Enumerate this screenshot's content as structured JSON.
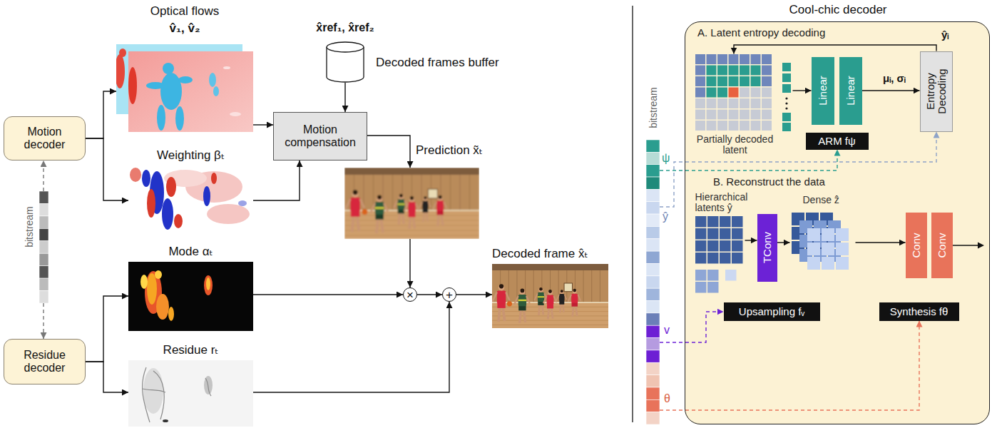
{
  "diagram": {
    "nodes": [
      {
        "text": [
          "Motion decoder"
        ]
      },
      {
        "text": [
          "bitstream"
        ]
      },
      {
        "text": [
          "Residue decoder"
        ]
      },
      {
        "text": [
          "Optical flows",
          "v̂₁, v̂₂"
        ]
      },
      {
        "text": [
          "Weighting βₜ"
        ]
      },
      {
        "text": [
          "Mode αₜ"
        ]
      },
      {
        "text": [
          "Residue rₜ"
        ]
      },
      {
        "text": [
          "x̂ref₁, x̂ref₂",
          "Decoded frames buffer"
        ]
      },
      {
        "text": [
          "Motion compensation"
        ]
      },
      {
        "text": [
          "Prediction x̃ₜ"
        ]
      },
      {
        "text": [
          "×"
        ]
      },
      {
        "text": [
          "+"
        ]
      },
      {
        "text": [
          "Decoded frame x̂ₜ"
        ]
      },
      {
        "text": [
          "bitstream"
        ]
      },
      {
        "text": [
          "Cool-chic decoder"
        ]
      },
      {
        "text": [
          "Partially decoded latent"
        ],
        "in": 14
      },
      {
        "text": [
          "Linear"
        ],
        "in": 14
      },
      {
        "text": [
          "Linear"
        ],
        "in": 14
      },
      {
        "text": [
          "ARM fψ"
        ],
        "in": 14
      },
      {
        "text": [
          "Entropy Decoding"
        ],
        "in": 14
      },
      {
        "text": [
          "Hierarchical latents ŷ"
        ],
        "in": 14
      },
      {
        "text": [
          "TConv"
        ],
        "in": 14
      },
      {
        "text": [
          "Dense ẑ"
        ],
        "in": 14
      },
      {
        "text": [
          "Conv"
        ],
        "in": 14
      },
      {
        "text": [
          "Conv"
        ],
        "in": 14
      },
      {
        "text": [
          "Upsampling fᵥ"
        ],
        "in": 14
      },
      {
        "text": [
          "Synthesis fθ"
        ],
        "in": 14
      }
    ],
    "edges": [
      {
        "from": 1,
        "to": 0,
        "arrow": "to"
      },
      {
        "from": 1,
        "to": 2,
        "arrow": "to"
      },
      {
        "from": 0,
        "to": 3,
        "arrow": "to"
      },
      {
        "from": 0,
        "to": 4,
        "arrow": "to"
      },
      {
        "from": 2,
        "to": 5,
        "arrow": "to"
      },
      {
        "from": 2,
        "to": 6,
        "arrow": "to"
      },
      {
        "from": 3,
        "to": 8,
        "arrow": "to"
      },
      {
        "from": 7,
        "to": 8,
        "arrow": "to"
      },
      {
        "from": 4,
        "to": 8,
        "arrow": "to"
      },
      {
        "from": 8,
        "to": 9,
        "arrow": "to"
      },
      {
        "from": 9,
        "to": 10,
        "arrow": "to"
      },
      {
        "from": 5,
        "to": 10,
        "arrow": "to"
      },
      {
        "from": 10,
        "to": 11,
        "arrow": "to"
      },
      {
        "from": 6,
        "to": 11,
        "arrow": "to"
      },
      {
        "from": 11,
        "to": 12,
        "arrow": "to"
      },
      {
        "from": 15,
        "to": 16,
        "arrow": "to"
      },
      {
        "from": 17,
        "to": 19,
        "arrow": "to",
        "label": "μᵢ, σᵢ"
      },
      {
        "from": 19,
        "to": 15,
        "arrow": "to",
        "label": "ŷᵢ"
      },
      {
        "from": 20,
        "to": 21,
        "arrow": "to"
      },
      {
        "from": 21,
        "to": 22,
        "arrow": "to"
      },
      {
        "from": 22,
        "to": 23,
        "arrow": "to"
      },
      {
        "from": 13,
        "to": 18,
        "arrow": "to",
        "label": "ψ"
      },
      {
        "from": 13,
        "to": 19,
        "arrow": "to",
        "label": "ŷ"
      },
      {
        "from": 13,
        "to": 25,
        "arrow": "to",
        "label": "v"
      },
      {
        "from": 13,
        "to": 26,
        "arrow": "to",
        "label": "θ"
      }
    ],
    "labels": [
      "A. Latent entropy decoding",
      "B. Reconstruct the data"
    ]
  }
}
